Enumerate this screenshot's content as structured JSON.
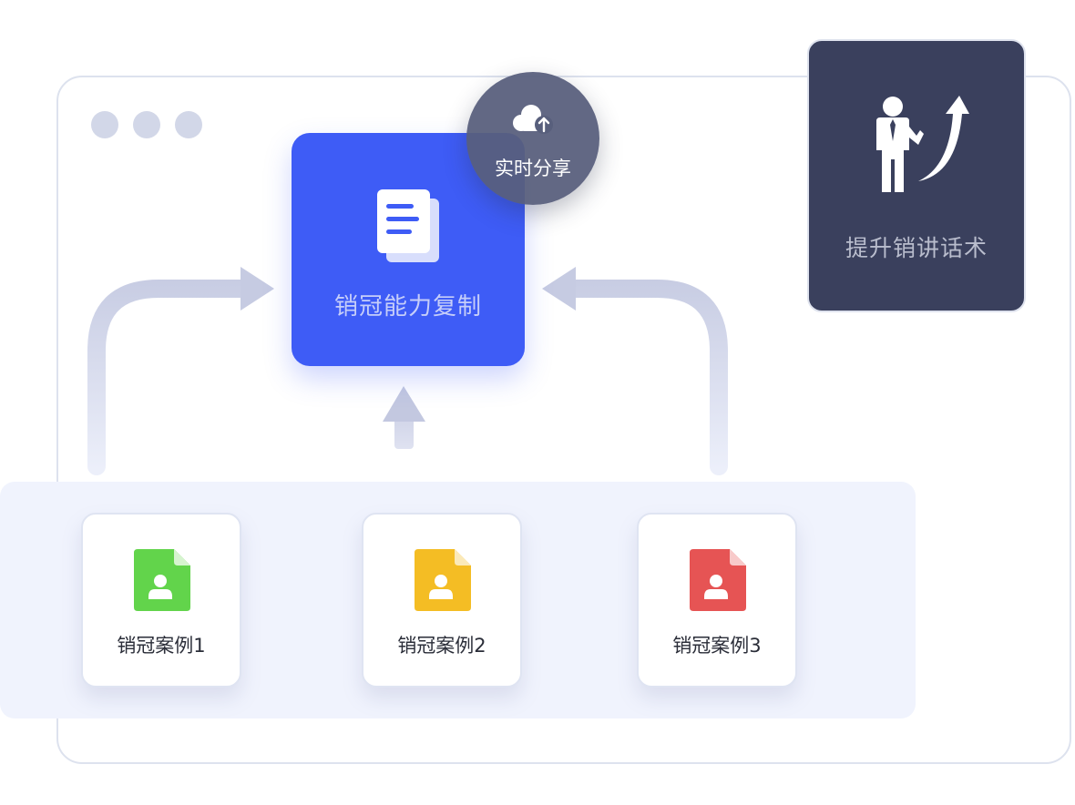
{
  "core": {
    "label": "销冠能力复制",
    "icon": "document-icon",
    "color": "#3e5cf6"
  },
  "share": {
    "label": "实时分享",
    "icon": "cloud-upload-icon"
  },
  "skill": {
    "label": "提升销讲话术",
    "icon": "businessman-growth-icon"
  },
  "cases": [
    {
      "label": "销冠案例1",
      "color": "#62d44b"
    },
    {
      "label": "销冠案例2",
      "color": "#f4bd24"
    },
    {
      "label": "销冠案例3",
      "color": "#e65454"
    }
  ],
  "colors": {
    "panel": "#f0f3fd",
    "arrow": "#c9cee4",
    "frame": "#dde2ee"
  }
}
